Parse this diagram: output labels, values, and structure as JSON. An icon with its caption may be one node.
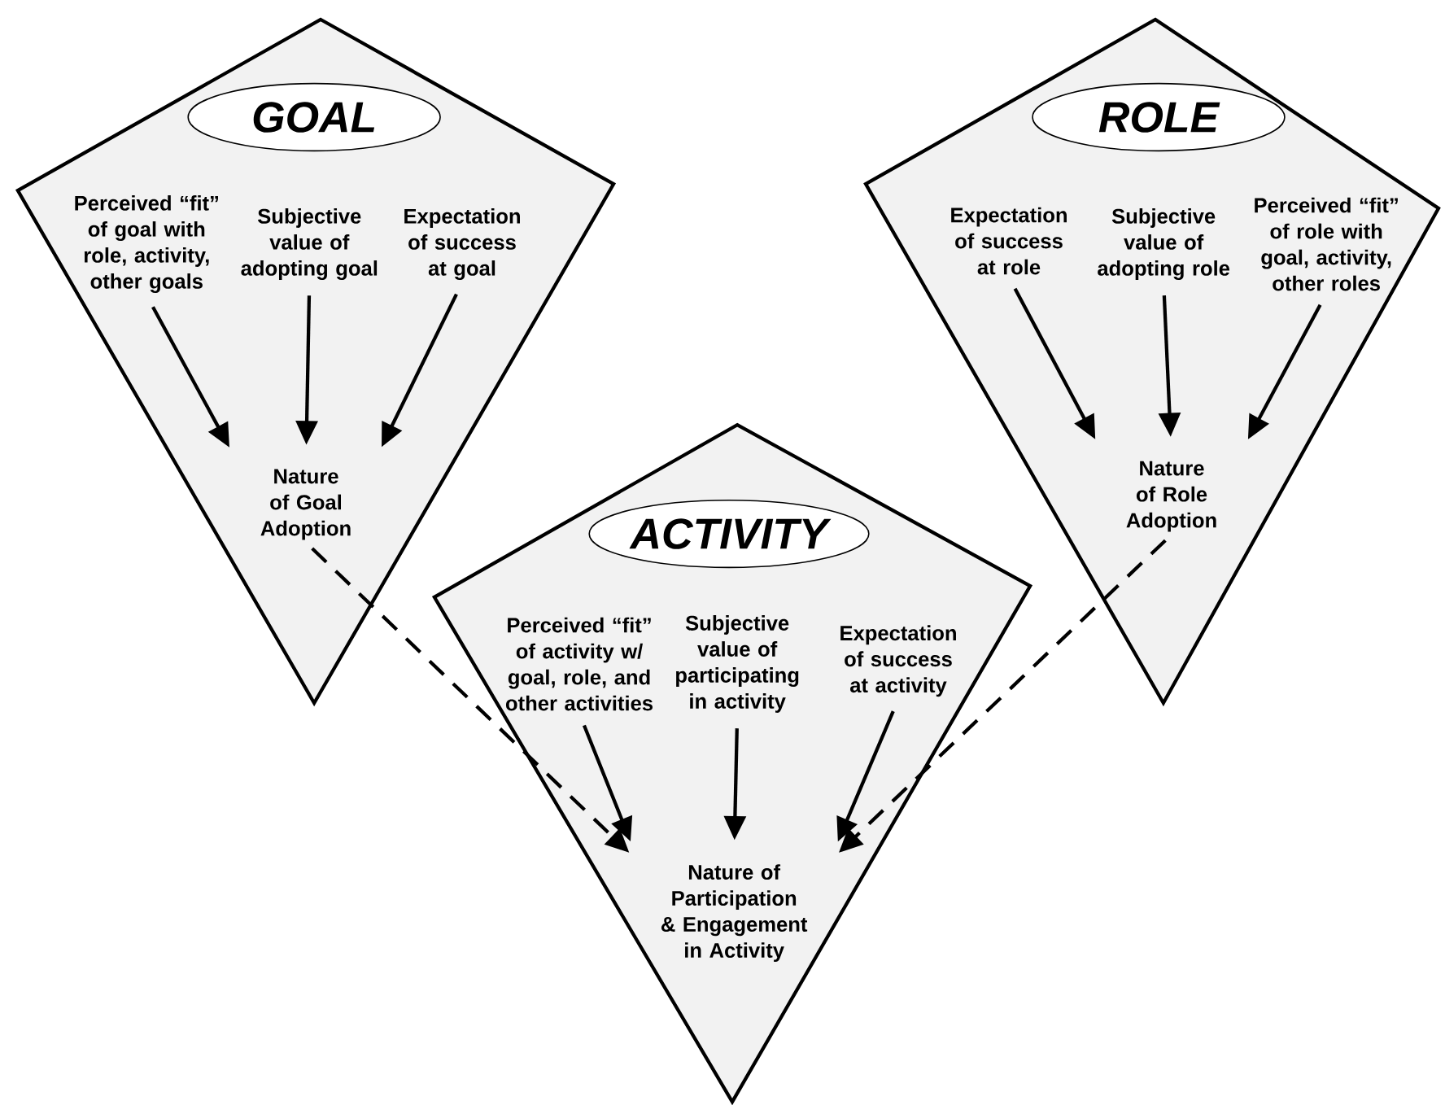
{
  "diagram": {
    "nodes": [
      {
        "text": [],
        "shape": "diamond"
      },
      {
        "text": [
          "GOAL"
        ],
        "in": 0
      },
      {
        "text": [
          "Perceived “fit” of goal with role, activity, other goals"
        ],
        "in": 0
      },
      {
        "text": [
          "Subjective value of adopting goal"
        ],
        "in": 0
      },
      {
        "text": [
          "Expectation of success at goal"
        ],
        "in": 0
      },
      {
        "text": [
          "Nature of Goal Adoption"
        ],
        "in": 0
      },
      {
        "text": [],
        "shape": "diamond"
      },
      {
        "text": [
          "ROLE"
        ],
        "in": 6
      },
      {
        "text": [
          "Expectation of success at role"
        ],
        "in": 6
      },
      {
        "text": [
          "Subjective value of adopting role"
        ],
        "in": 6
      },
      {
        "text": [
          "Perceived “fit” of role with goal, activity, other roles"
        ],
        "in": 6
      },
      {
        "text": [
          "Nature of Role Adoption"
        ],
        "in": 6
      },
      {
        "text": [],
        "shape": "diamond"
      },
      {
        "text": [
          "ACTIVITY"
        ],
        "in": 12
      },
      {
        "text": [
          "Perceived “fit” of activity w/ goal, role, and other activities"
        ],
        "in": 12
      },
      {
        "text": [
          "Subjective value of participating in activity"
        ],
        "in": 12
      },
      {
        "text": [
          "Expectation of success at activity"
        ],
        "in": 12
      },
      {
        "text": [
          "Nature of Participation & Engagement in Activity"
        ],
        "in": 12
      }
    ],
    "edges": [
      {
        "from": 2,
        "to": 5,
        "arrow": "to"
      },
      {
        "from": 3,
        "to": 5,
        "arrow": "to"
      },
      {
        "from": 4,
        "to": 5,
        "arrow": "to"
      },
      {
        "from": 8,
        "to": 11,
        "arrow": "to"
      },
      {
        "from": 9,
        "to": 11,
        "arrow": "to"
      },
      {
        "from": 10,
        "to": 11,
        "arrow": "to"
      },
      {
        "from": 14,
        "to": 17,
        "arrow": "to"
      },
      {
        "from": 15,
        "to": 17,
        "arrow": "to"
      },
      {
        "from": 16,
        "to": 17,
        "arrow": "to"
      },
      {
        "from": 5,
        "to": 17,
        "arrow": "to",
        "style": "dashed"
      },
      {
        "from": 11,
        "to": 17,
        "arrow": "to",
        "style": "dashed"
      }
    ]
  }
}
